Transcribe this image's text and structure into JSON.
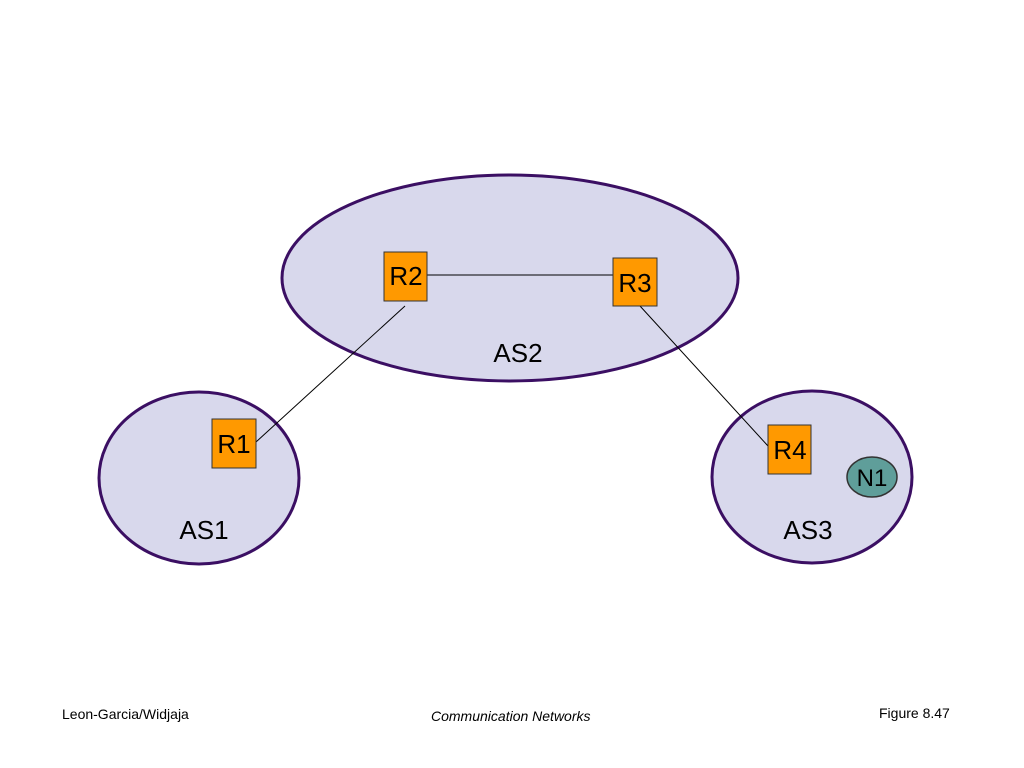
{
  "diagram": {
    "autonomous_systems": [
      {
        "id": "AS1",
        "label": "AS1"
      },
      {
        "id": "AS2",
        "label": "AS2"
      },
      {
        "id": "AS3",
        "label": "AS3"
      }
    ],
    "routers": [
      {
        "id": "R1",
        "label": "R1",
        "as": "AS1"
      },
      {
        "id": "R2",
        "label": "R2",
        "as": "AS2"
      },
      {
        "id": "R3",
        "label": "R3",
        "as": "AS2"
      },
      {
        "id": "R4",
        "label": "R4",
        "as": "AS3"
      }
    ],
    "networks": [
      {
        "id": "N1",
        "label": "N1",
        "as": "AS3"
      }
    ],
    "links": [
      {
        "from": "R1",
        "to": "R2"
      },
      {
        "from": "R2",
        "to": "R3"
      },
      {
        "from": "R3",
        "to": "R4"
      }
    ],
    "colors": {
      "as_fill": "#d8d8ec",
      "as_stroke": "#3b0f63",
      "router_fill": "#ff9900",
      "router_stroke": "#333333",
      "network_fill": "#5f9e9a",
      "link": "#000000"
    }
  },
  "footer": {
    "left": "Leon-Garcia/Widjaja",
    "center": "Communication Networks",
    "right": "Figure 8.47"
  }
}
